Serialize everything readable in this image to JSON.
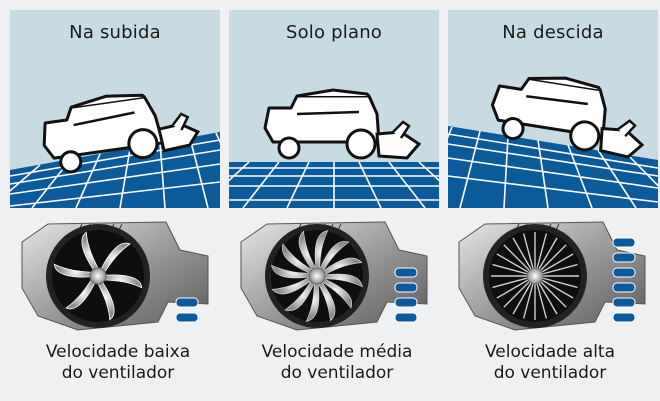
{
  "colors": {
    "sky": "#c8dbe3",
    "ground": "#0b5a9b",
    "bars": "#0b5a9b",
    "bg": "#eef0f1"
  },
  "panels": [
    {
      "title": "Na subida",
      "terrain": "uphill"
    },
    {
      "title": "Solo plano",
      "terrain": "flat"
    },
    {
      "title": "Na descida",
      "terrain": "downhill"
    }
  ],
  "fans": [
    {
      "caption_line1": "Velocidade baixa",
      "caption_line2": "do ventilador",
      "speed": "low",
      "level": 2,
      "level_max": 6
    },
    {
      "caption_line1": "Velocidade média",
      "caption_line2": "do ventilador",
      "speed": "medium",
      "level": 4,
      "level_max": 6
    },
    {
      "caption_line1": "Velocidade alta",
      "caption_line2": "do ventilador",
      "speed": "high",
      "level": 6,
      "level_max": 6
    }
  ]
}
